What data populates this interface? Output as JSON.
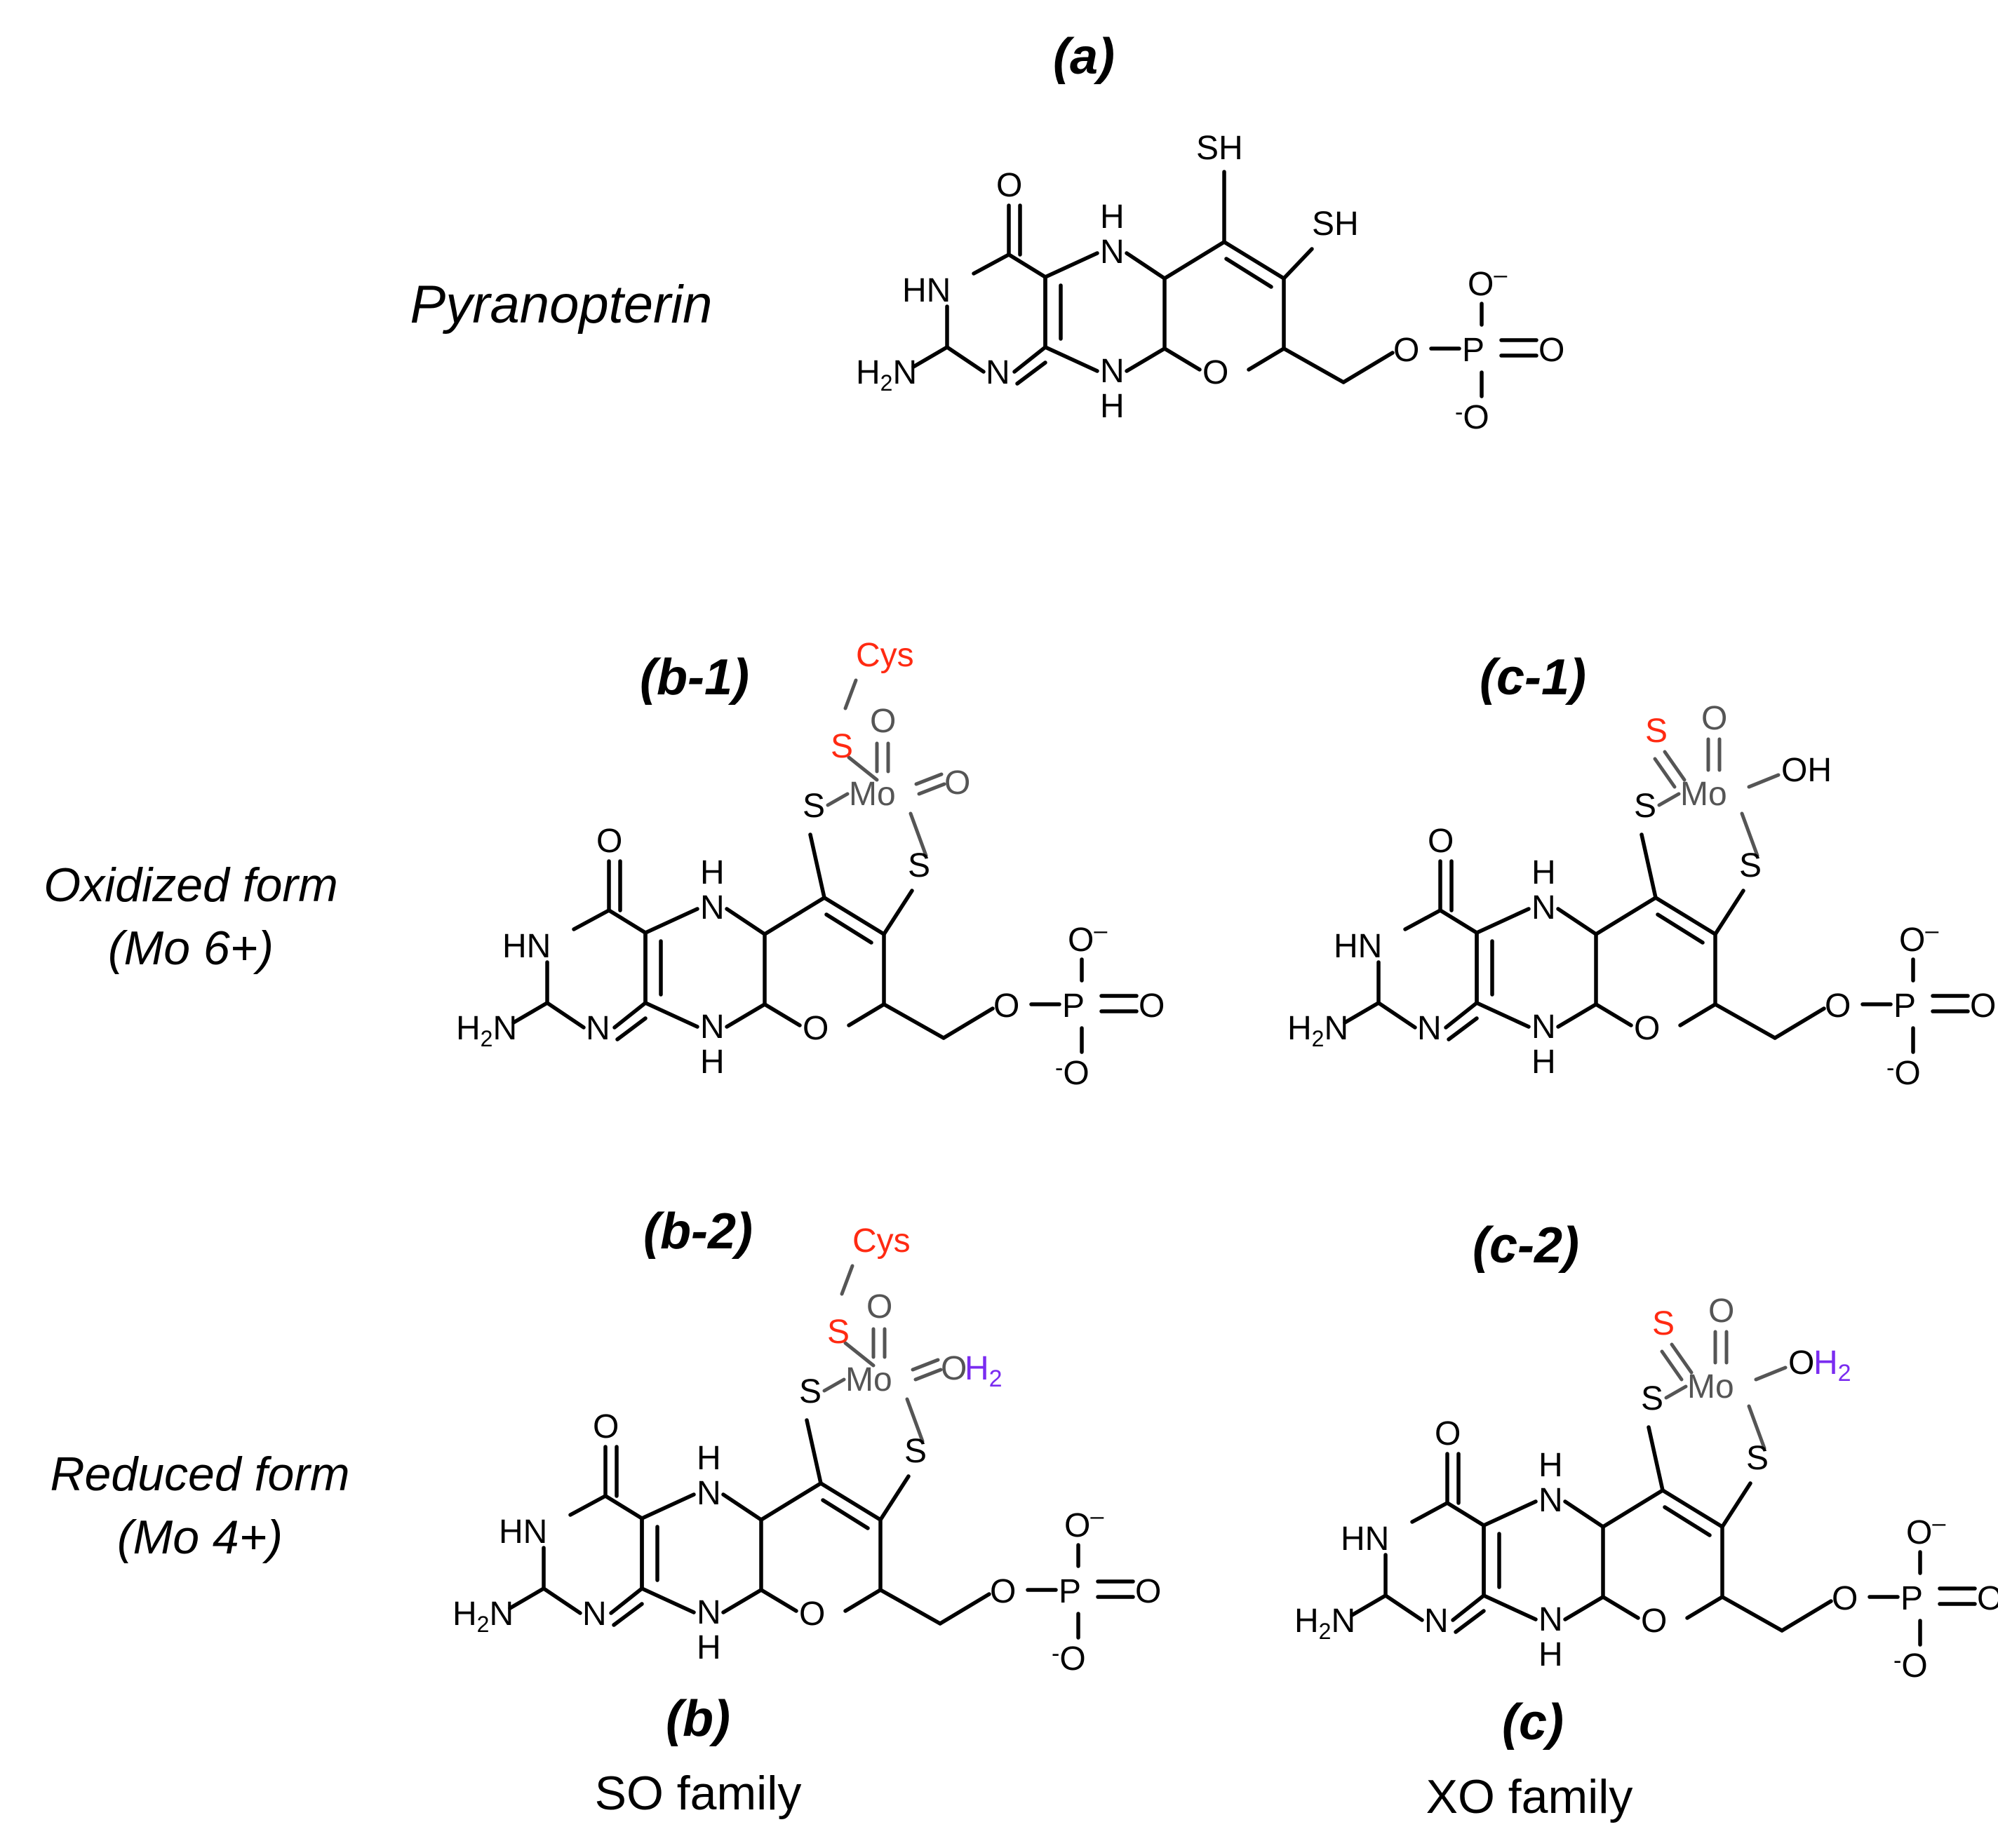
{
  "panel_labels": {
    "a": "(a)",
    "b1": "(b-1)",
    "c1": "(c-1)",
    "b2": "(b-2)",
    "c2": "(c-2)",
    "b": "(b)",
    "c": "(c)"
  },
  "compound_name": "Pyranopterin",
  "row_labels": {
    "oxidized_line1": "Oxidized form",
    "oxidized_line2": "(Mo 6+)",
    "reduced_line1": "Reduced form",
    "reduced_line2": "(Mo 4+)"
  },
  "family_names": {
    "b": "SO family",
    "c": "XO family"
  },
  "atoms": {
    "carbonyl_o": "O",
    "hn": "HN",
    "h2n": "H2N",
    "n": "N",
    "nh_h": "H",
    "nh_n": "N",
    "ring_o": "O",
    "ester_o": "O",
    "phosphorus": "P",
    "p_oxygen": "O",
    "o_minus": "O-",
    "sh": "SH",
    "s": "S",
    "mo": "Mo",
    "cys": "Cys",
    "oh": "OH",
    "h2": "H2"
  },
  "colors": {
    "ligand_red": "#ff2a12",
    "water_purple": "#7a2cf0",
    "molybdenum_gray": "#555555",
    "ink": "#000000"
  }
}
